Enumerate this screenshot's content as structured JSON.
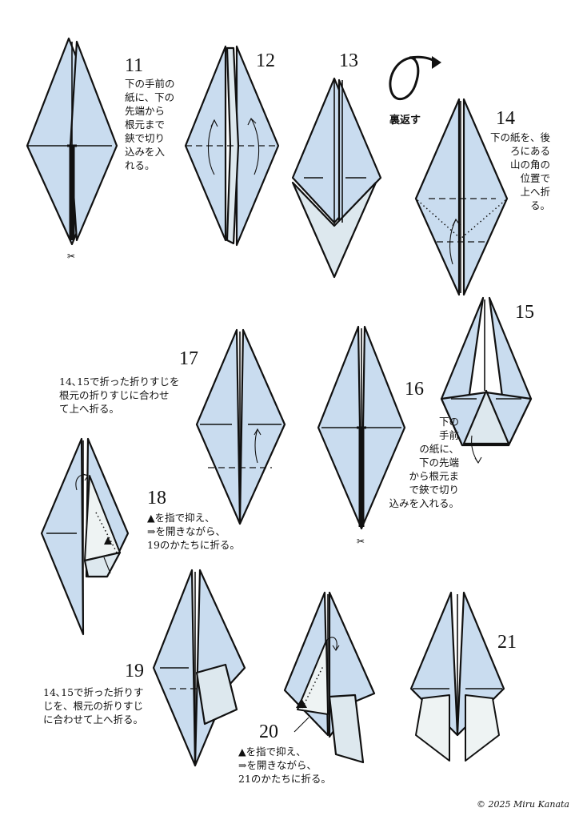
{
  "steps": [
    {
      "num": "11",
      "text": "下の手前の\n紙に、下の\n先端から\n根元まで\n鋏で切り\n込みを入\nれる。"
    },
    {
      "num": "12",
      "text": ""
    },
    {
      "num": "13",
      "text": ""
    },
    {
      "num": "14",
      "text": "下の紙を、後\nろにある\n山の角の\n位置で\n上へ折\nる。"
    },
    {
      "num": "15",
      "text": ""
    },
    {
      "num": "16",
      "text": "下の\n手前\nの紙に、\n下の先端\nから根元ま\nで鋏で切り\n込みを入れる。"
    },
    {
      "num": "17",
      "text": "14､15で折った折りすじを\n根元の折りすじに合わせ\nて上へ折る。"
    },
    {
      "num": "18",
      "text": "▲を指で抑え、\n⇒を開きながら、\n19のかたちに折る。"
    },
    {
      "num": "19",
      "text": "14､15で折った折りす\nじを、根元の折りすじ\nに合わせて上へ折る。"
    },
    {
      "num": "20",
      "text": "▲を指で抑え、\n⇒を開きながら、\n21のかたちに折る。"
    },
    {
      "num": "21",
      "text": ""
    }
  ],
  "turn_over": "裏返す",
  "copyright": "© 2025 Miru Kanata"
}
